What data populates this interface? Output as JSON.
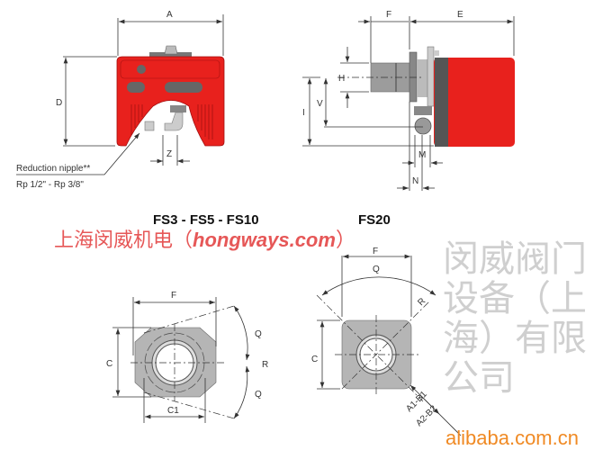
{
  "titles": {
    "left": "FS3 - FS5 - FS10",
    "right": "FS20"
  },
  "left_view": {
    "A": "A",
    "D": "D",
    "Z": "Z",
    "nipple_label": "Reduction nipple**",
    "nipple_spec": "Rp 1/2\" - Rp 3/8\""
  },
  "right_view": {
    "F": "F",
    "E": "E",
    "H": "H",
    "V": "V",
    "I": "I",
    "M": "M",
    "N": "N"
  },
  "flange_left": {
    "F": "F",
    "C": "C",
    "C1": "C1",
    "Q1": "Q",
    "Q2": "Q",
    "R": "R"
  },
  "flange_right": {
    "F": "F",
    "Q": "Q",
    "R": "R",
    "C": "C",
    "A1B1": "A1-B1",
    "A2B2": "A2-B2"
  },
  "watermark": {
    "company": "闵威阀门设备（上海）有限公司",
    "red_prefix": "上海闵威机电（",
    "red_site": "hongways.com",
    "red_suffix": "）",
    "alibaba": "alibaba.com.cn"
  },
  "colors": {
    "body_red": "#e8211d",
    "gray": "#a9a9a9",
    "watermark_orange": "#f08a24"
  }
}
